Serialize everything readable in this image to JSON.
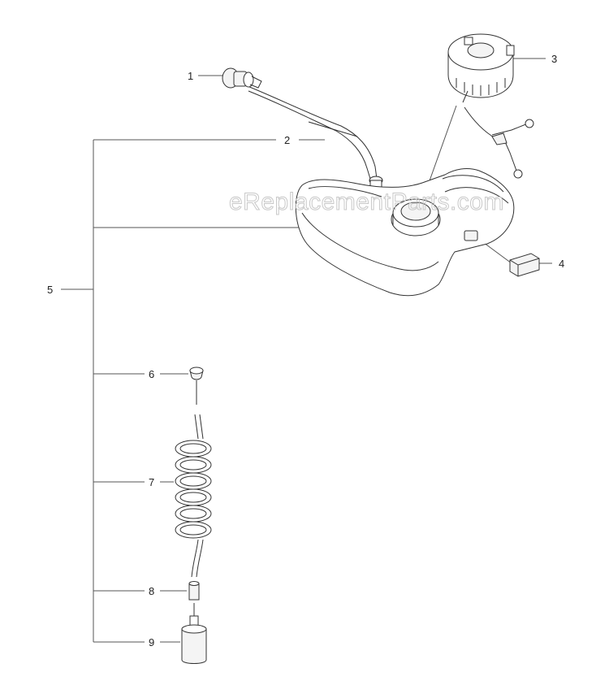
{
  "watermark": "eReplacementParts.com",
  "callouts": [
    "1",
    "2",
    "3",
    "4",
    "5",
    "6",
    "7",
    "8",
    "9"
  ]
}
